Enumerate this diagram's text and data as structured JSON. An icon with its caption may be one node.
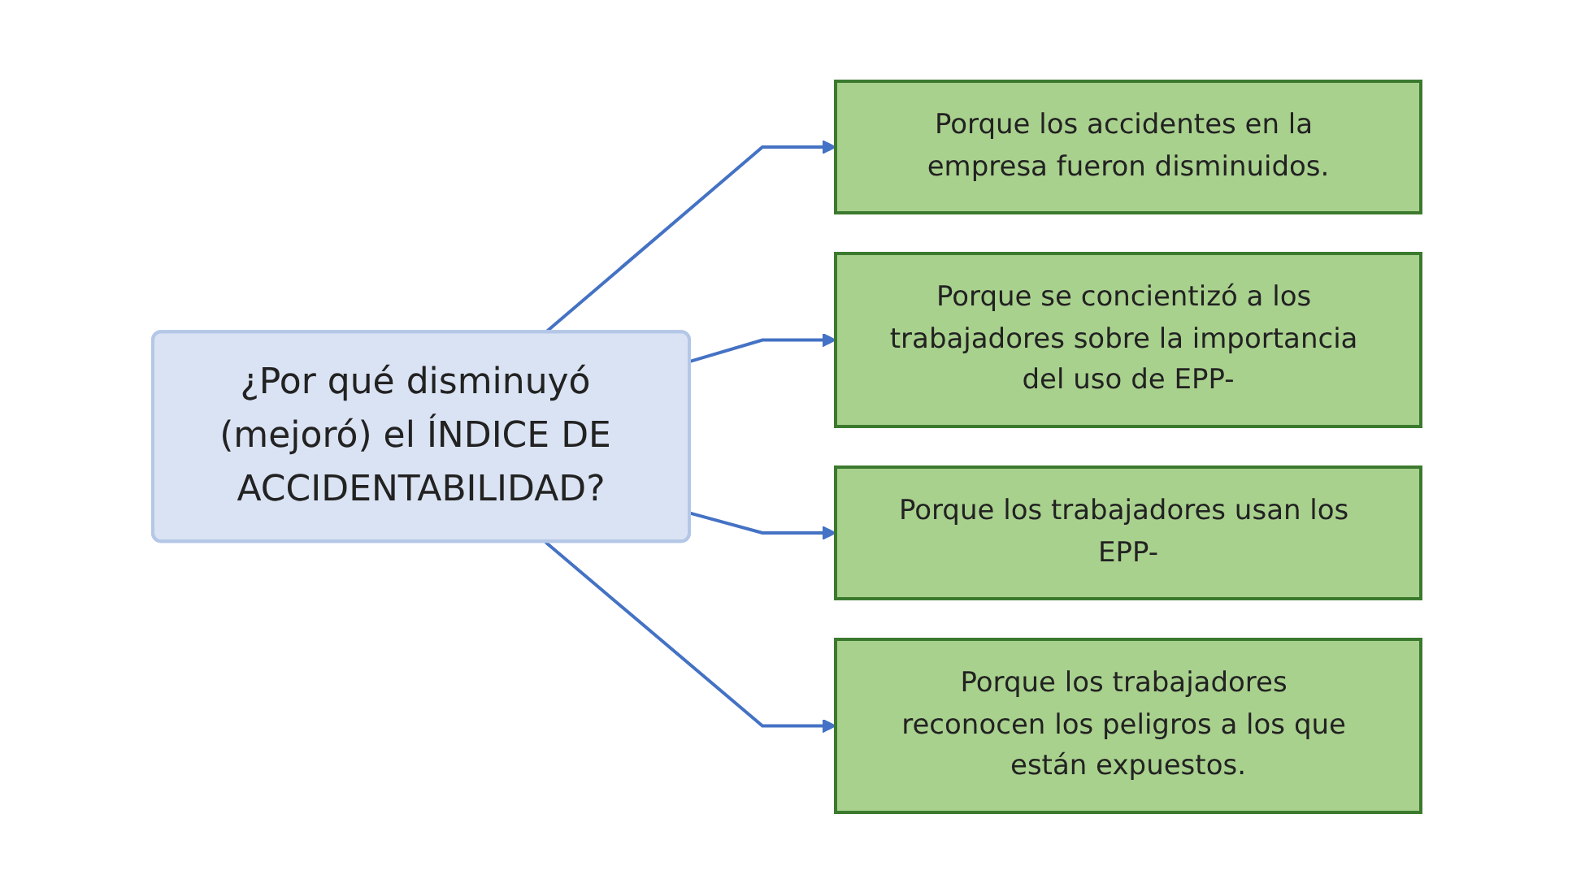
{
  "diagram": {
    "nodes": [
      {
        "text": [
          "¿Por qué disminuyó (mejoró) el ÍNDICE DE ACCIDENTABILIDAD?"
        ]
      },
      {
        "text": [
          "Porque los accidentes en la empresa fueron disminuidos."
        ]
      },
      {
        "text": [
          "Porque se concientizó a los trabajadores sobre la importancia del uso de EPP-"
        ]
      },
      {
        "text": [
          "Porque los trabajadores usan los EPP-"
        ]
      },
      {
        "text": [
          "Porque los trabajadores reconocen los peligros a los que están expuestos."
        ]
      }
    ],
    "edges": [
      {
        "from": 0,
        "to": 1,
        "arrow": "to"
      },
      {
        "from": 0,
        "to": 2,
        "arrow": "to"
      },
      {
        "from": 0,
        "to": 3,
        "arrow": "to"
      },
      {
        "from": 0,
        "to": 4,
        "arrow": "to"
      }
    ]
  }
}
